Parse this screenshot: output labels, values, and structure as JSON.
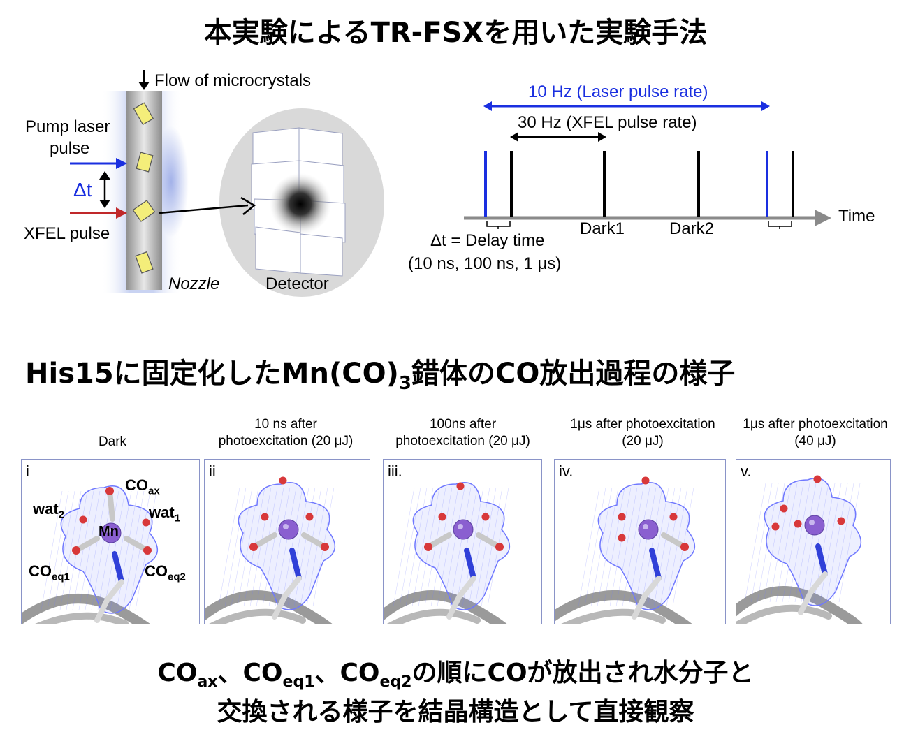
{
  "title_top": "本実験によるTR-FSXを用いた実験手法",
  "setup": {
    "flow_label": "Flow of microcrystals",
    "pump_label_1": "Pump laser",
    "pump_label_2": "pulse",
    "delta_t": "Δt",
    "xfel_label": "XFEL pulse",
    "nozzle_label": "Nozzle",
    "detector_label": "Detector"
  },
  "timing": {
    "laser_rate": "10 Hz (Laser pulse rate)",
    "xfel_rate": "30 Hz (XFEL pulse rate)",
    "time_label": "Time",
    "dark1": "Dark1",
    "dark2": "Dark2",
    "delay_line1": "Δt = Delay time",
    "delay_line2": "(10 ns, 100 ns, 1 μs)"
  },
  "title_mid_prefix": "His15に固定化したMn(CO)",
  "title_mid_sub": "3",
  "title_mid_suffix": "錯体のCO放出過程の様子",
  "panels": [
    {
      "id": "i",
      "title1": "Dark",
      "title2": ""
    },
    {
      "id": "ii",
      "title1": "10 ns after",
      "title2": "photoexcitation (20 μJ)"
    },
    {
      "id": "iii.",
      "title1": "100ns after",
      "title2": "photoexcitation (20 μJ)"
    },
    {
      "id": "iv.",
      "title1": "1μs after photoexcitation",
      "title2": "(20 μJ)"
    },
    {
      "id": "v.",
      "title1": "1μs after photoexcitation",
      "title2": "(40 μJ)"
    }
  ],
  "mol_labels": {
    "co": "CO",
    "ax": "ax",
    "wat": "wat",
    "s1": "1",
    "s2": "2",
    "mn": "Mn",
    "eq1": "eq1",
    "eq2": "eq2"
  },
  "bottom": {
    "p1": "CO",
    "s1": "ax",
    "p2": "、CO",
    "s2": "eq1",
    "p3": "、CO",
    "s3": "eq2",
    "p4": "の順にCOが放出され水分子と",
    "line2": "交換される様子を結晶構造として直接観察"
  },
  "colors": {
    "blue": "#1a2fe0",
    "red": "#c0282a",
    "mesh": "#6f78ff",
    "mn": "#8a5fd0",
    "o": "#d8383a"
  }
}
